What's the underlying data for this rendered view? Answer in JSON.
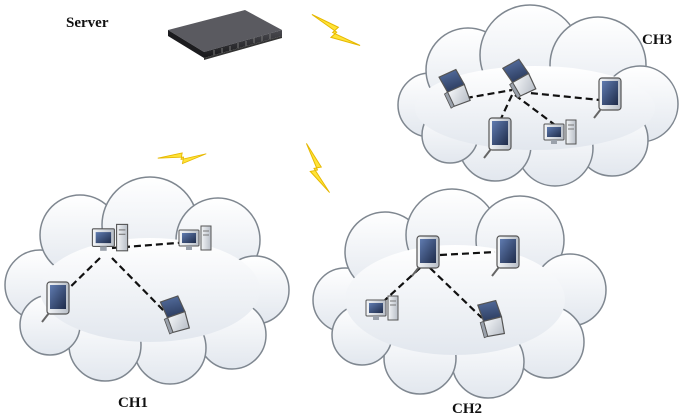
{
  "labels": {
    "server": "Server",
    "ch1": "CH1",
    "ch2": "CH2",
    "ch3": "CH3"
  },
  "colors": {
    "cloud_fill": "#eef1f5",
    "cloud_stroke": "#7f8790",
    "link": "#111111",
    "lightning": "#ffe338",
    "lightning_stroke": "#e6b800",
    "server_body": "#2a2a2e",
    "device_screen": "#3a4a6a",
    "device_body": "#d4d8de"
  },
  "icons": [
    "server-icon",
    "laptop-icon",
    "tablet-icon",
    "desktop-computer-icon",
    "lightning-icon",
    "cloud-icon"
  ]
}
